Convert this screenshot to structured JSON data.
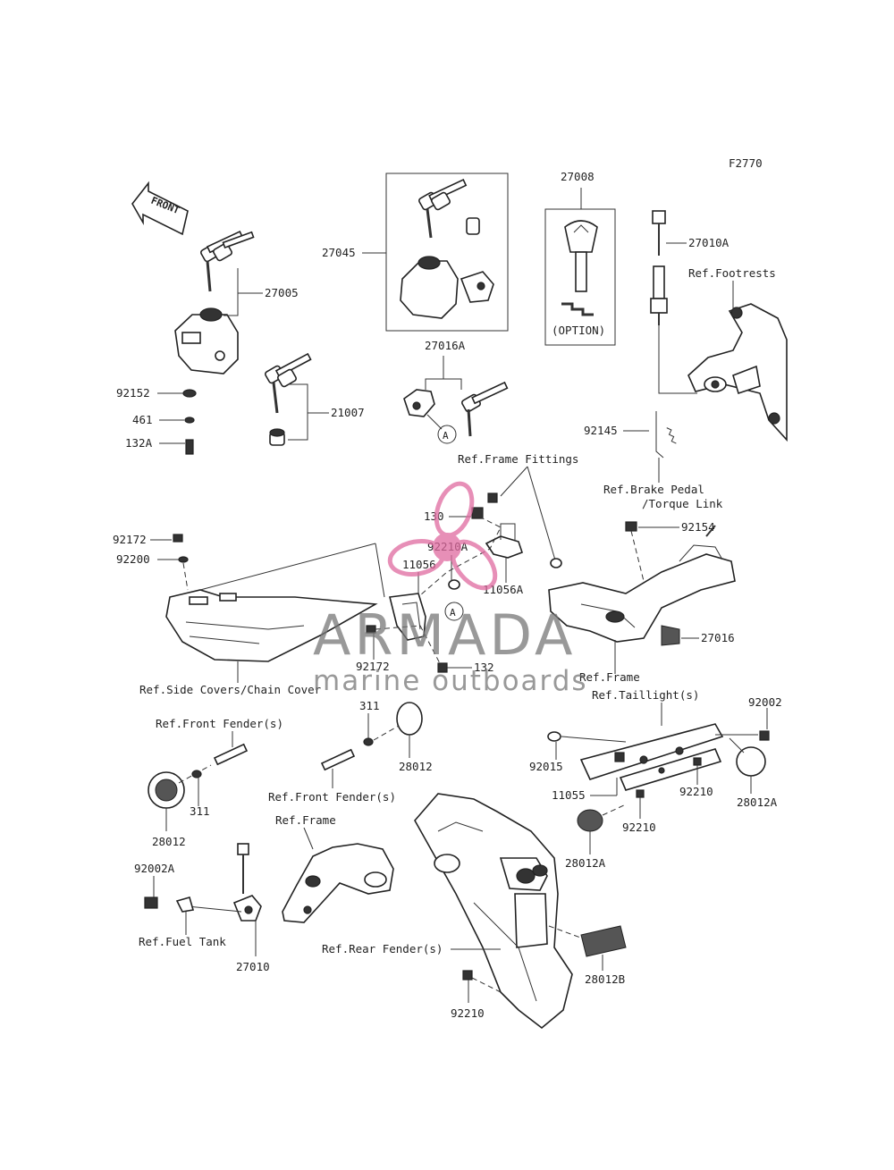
{
  "diagram_code": "F2770",
  "front_label": "FRONT",
  "parts": {
    "p27005": "27005",
    "p92152": "92152",
    "p461": "461",
    "p132A": "132A",
    "p21007": "21007",
    "p27045": "27045",
    "p27016A": "27016A",
    "p27008": "27008",
    "option": "(OPTION)",
    "p27010A": "27010A",
    "p92145": "92145",
    "p130": "130",
    "p92210A": "92210A",
    "p11056": "11056",
    "p11056A": "11056A",
    "p92172_top": "92172",
    "p92200": "92200",
    "p92172_bot": "92172",
    "p132": "132",
    "p92154": "92154",
    "p27016": "27016",
    "p311_a": "311",
    "p28012_a": "28012",
    "p311_b": "311",
    "p28012_b": "28012",
    "p92002": "92002",
    "p92015": "92015",
    "p11055": "11055",
    "p92210_a": "92210",
    "p92210_b": "92210",
    "p28012A_a": "28012A",
    "p28012A_b": "28012A",
    "p28012B": "28012B",
    "p92210_c": "92210",
    "p92002A": "92002A",
    "p27010": "27010"
  },
  "callouts": {
    "circle_a1": "A",
    "circle_a2": "A"
  },
  "refs": {
    "footrests": "Ref.Footrests",
    "brake_pedal_1": "Ref.Brake Pedal",
    "brake_pedal_2": "/Torque Link",
    "frame_fittings": "Ref.Frame Fittings",
    "side_covers": "Ref.Side Covers/Chain Cover",
    "frame_right": "Ref.Frame",
    "taillights": "Ref.Taillight(s)",
    "front_fender_1": "Ref.Front Fender(s)",
    "front_fender_2": "Ref.Front Fender(s)",
    "frame_bottom": "Ref.Frame",
    "rear_fender": "Ref.Rear Fender(s)",
    "fuel_tank": "Ref.Fuel Tank"
  },
  "watermark": {
    "title": "ARMADA",
    "subtitle": "marine outboards",
    "accent_color": "#e06aa0"
  }
}
